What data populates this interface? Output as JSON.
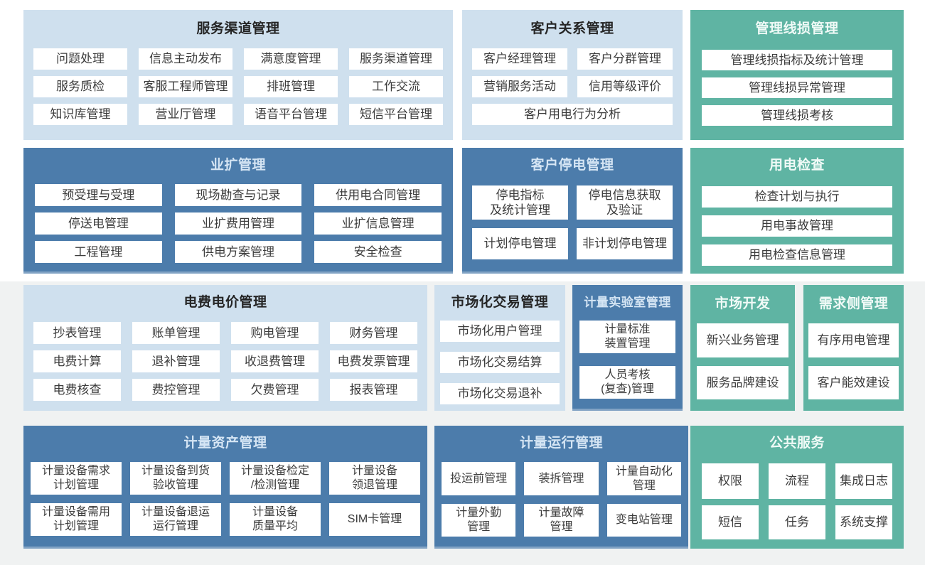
{
  "colors": {
    "light_block_bg": "#cfe0ee",
    "dark_block_bg": "#4c7cab",
    "teal_block_bg": "#5fb4a3",
    "item_bg": "#ffffff",
    "item_text": "#3c3c3c",
    "title_on_light": "#252525",
    "title_on_dark": "#d5e5f4",
    "title_on_teal": "#f0faf7",
    "page_bg_upper": "#ffffff",
    "page_bg_lower": "#f0f2f2"
  },
  "blocks": [
    {
      "id": "service-channel",
      "title": "服务渠道管理",
      "variant": "light",
      "items": [
        {
          "label": "问题处理"
        },
        {
          "label": "信息主动发布"
        },
        {
          "label": "满意度管理"
        },
        {
          "label": "服务渠道管理"
        },
        {
          "label": "服务质检"
        },
        {
          "label": "客服工程师管理"
        },
        {
          "label": "排班管理"
        },
        {
          "label": "工作交流"
        },
        {
          "label": "知识库管理"
        },
        {
          "label": "营业厅管理"
        },
        {
          "label": "语音平台管理"
        },
        {
          "label": "短信平台管理"
        }
      ]
    },
    {
      "id": "customer-relation",
      "title": "客户关系管理",
      "variant": "light",
      "items": [
        {
          "label": "客户经理管理"
        },
        {
          "label": "客户分群管理"
        },
        {
          "label": "营销服务活动"
        },
        {
          "label": "信用等级评价"
        },
        {
          "label": "客户用电行为分析",
          "span": 2
        }
      ]
    },
    {
      "id": "line-loss",
      "title": "管理线损管理",
      "variant": "teal",
      "items": [
        {
          "label": "管理线损指标及统计管理"
        },
        {
          "label": "管理线损异常管理"
        },
        {
          "label": "管理线损考核"
        }
      ]
    },
    {
      "id": "business-expansion",
      "title": "业扩管理",
      "variant": "dark",
      "items": [
        {
          "label": "预受理与受理"
        },
        {
          "label": "现场勘查与记录"
        },
        {
          "label": "供用电合同管理"
        },
        {
          "label": "停送电管理"
        },
        {
          "label": "业扩费用管理"
        },
        {
          "label": "业扩信息管理"
        },
        {
          "label": "工程管理"
        },
        {
          "label": "供电方案管理"
        },
        {
          "label": "安全检查"
        }
      ]
    },
    {
      "id": "customer-outage",
      "title": "客户停电管理",
      "variant": "dark",
      "items": [
        {
          "label": "停电指标\n及统计管理"
        },
        {
          "label": "停电信息获取\n及验证"
        },
        {
          "label": "计划停电管理"
        },
        {
          "label": "非计划停电管理"
        }
      ]
    },
    {
      "id": "power-inspection",
      "title": "用电检查",
      "variant": "teal",
      "items": [
        {
          "label": "检查计划与执行"
        },
        {
          "label": "用电事故管理"
        },
        {
          "label": "用电检查信息管理"
        }
      ]
    },
    {
      "id": "tariff",
      "title": "电费电价管理",
      "variant": "light",
      "items": [
        {
          "label": "抄表管理"
        },
        {
          "label": "账单管理"
        },
        {
          "label": "购电管理"
        },
        {
          "label": "财务管理"
        },
        {
          "label": "电费计算"
        },
        {
          "label": "退补管理"
        },
        {
          "label": "收退费管理"
        },
        {
          "label": "电费发票管理"
        },
        {
          "label": "电费核查"
        },
        {
          "label": "费控管理"
        },
        {
          "label": "欠费管理"
        },
        {
          "label": "报表管理"
        }
      ]
    },
    {
      "id": "market-trade",
      "title": "市场化交易管理",
      "variant": "light",
      "items": [
        {
          "label": "市场化用户管理"
        },
        {
          "label": "市场化交易结算"
        },
        {
          "label": "市场化交易退补"
        }
      ]
    },
    {
      "id": "metering-lab",
      "title": "计量实验室管理",
      "variant": "dark",
      "items": [
        {
          "label": "计量标准\n装置管理"
        },
        {
          "label": "人员考核\n(复查)管理"
        }
      ]
    },
    {
      "id": "market-dev",
      "title": "市场开发",
      "variant": "teal",
      "items": [
        {
          "label": "新兴业务管理"
        },
        {
          "label": "服务品牌建设"
        }
      ]
    },
    {
      "id": "demand-side",
      "title": "需求侧管理",
      "variant": "teal",
      "items": [
        {
          "label": "有序用电管理"
        },
        {
          "label": "客户能效建设"
        }
      ]
    },
    {
      "id": "metering-asset",
      "title": "计量资产管理",
      "variant": "dark",
      "items": [
        {
          "label": "计量设备需求\n计划管理"
        },
        {
          "label": "计量设备到货\n验收管理"
        },
        {
          "label": "计量设备检定\n/检测管理"
        },
        {
          "label": "计量设备\n领退管理"
        },
        {
          "label": "计量设备需用\n计划管理"
        },
        {
          "label": "计量设备退运\n运行管理"
        },
        {
          "label": "计量设备\n质量平均"
        },
        {
          "label": "SIM卡管理"
        }
      ]
    },
    {
      "id": "metering-operation",
      "title": "计量运行管理",
      "variant": "dark",
      "items": [
        {
          "label": "投运前管理"
        },
        {
          "label": "装拆管理"
        },
        {
          "label": "计量自动化\n管理"
        },
        {
          "label": "计量外勤\n管理"
        },
        {
          "label": "计量故障\n管理"
        },
        {
          "label": "变电站管理"
        }
      ]
    },
    {
      "id": "public-service",
      "title": "公共服务",
      "variant": "teal",
      "items": [
        {
          "label": "权限"
        },
        {
          "label": "流程"
        },
        {
          "label": "集成日志"
        },
        {
          "label": "短信"
        },
        {
          "label": "任务"
        },
        {
          "label": "系统支撑"
        }
      ]
    }
  ]
}
